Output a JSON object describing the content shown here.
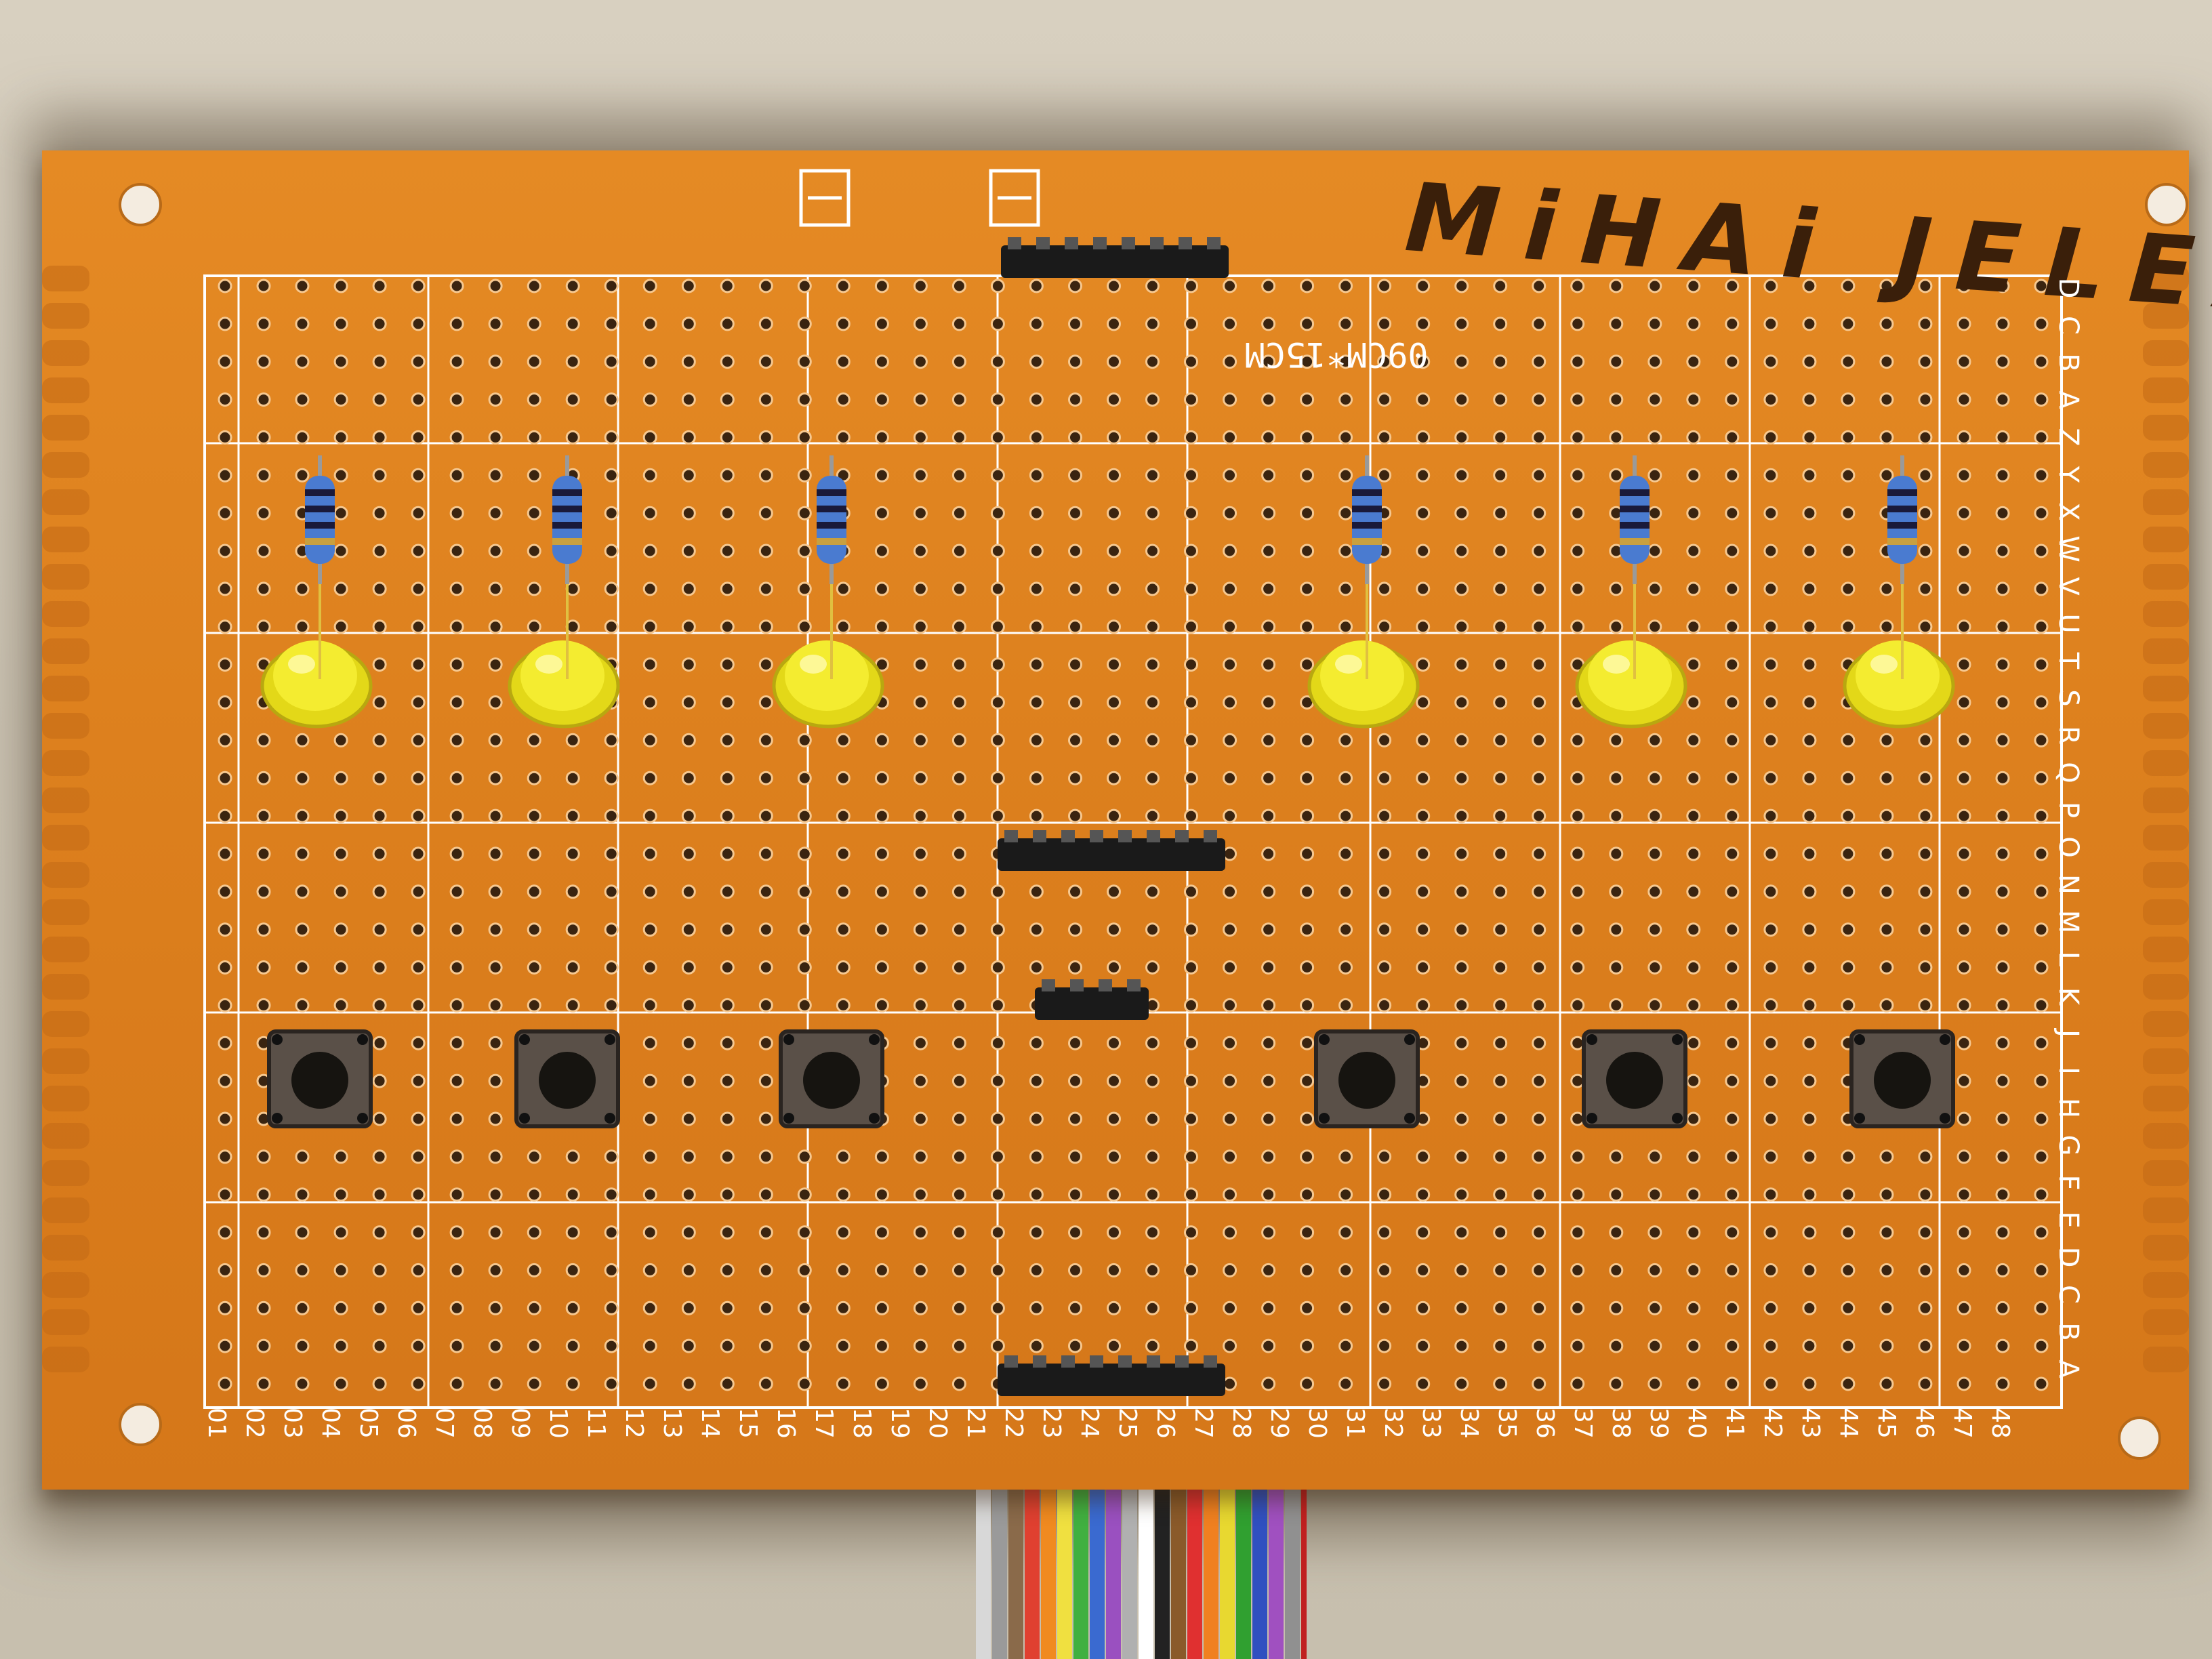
{
  "board": {
    "signature": "MiHAi JELEA",
    "size_marking": "09CM*15CM",
    "row_letters": [
      "A",
      "B",
      "C",
      "D",
      "E",
      "F",
      "G",
      "H",
      "I",
      "J",
      "K",
      "L",
      "M",
      "N",
      "O",
      "P",
      "Q",
      "R",
      "S",
      "T",
      "U",
      "V",
      "W",
      "X",
      "Y",
      "Z",
      "A",
      "B",
      "C",
      "D"
    ],
    "column_numbers": [
      "01",
      "02",
      "03",
      "04",
      "05",
      "06",
      "07",
      "08",
      "09",
      "10",
      "11",
      "12",
      "13",
      "14",
      "15",
      "16",
      "17",
      "18",
      "19",
      "20",
      "21",
      "22",
      "23",
      "24",
      "25",
      "26",
      "27",
      "28",
      "29",
      "30",
      "31",
      "32",
      "33",
      "34",
      "35",
      "36",
      "37",
      "38",
      "39",
      "40",
      "41",
      "42",
      "43",
      "44",
      "45",
      "46",
      "47",
      "48"
    ]
  },
  "components": {
    "leds": 6,
    "resistors": 6,
    "push_buttons": 6,
    "pin_headers": 4
  },
  "colors": {
    "board": "#dc7f1d",
    "led": "#f2e81c",
    "silkscreen": "#ffffff",
    "button_body": "#4a4038"
  }
}
